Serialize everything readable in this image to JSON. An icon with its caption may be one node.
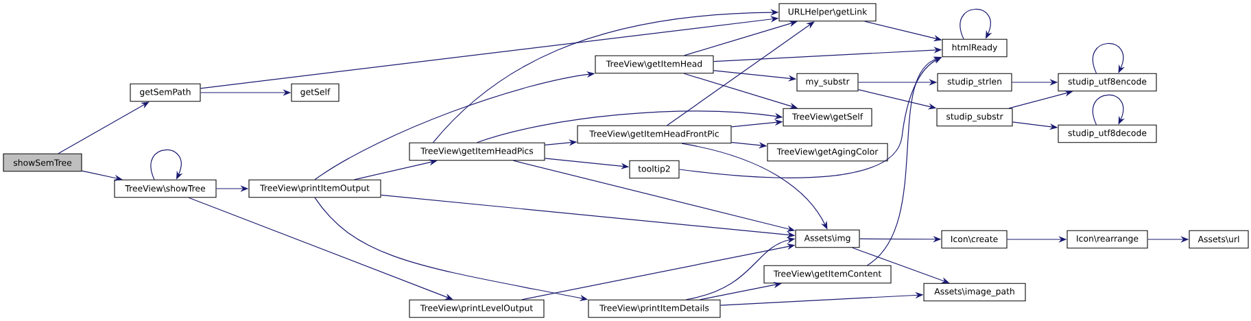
{
  "diagram": {
    "nodes": [
      {
        "text": [
          "showSemTree"
        ]
      },
      {
        "text": [
          "getSemPath"
        ]
      },
      {
        "text": [
          "TreeView\\showTree"
        ]
      },
      {
        "text": [
          "URLHelper\\getLink"
        ]
      },
      {
        "text": [
          "getSelf"
        ]
      },
      {
        "text": [
          "TreeView\\printItemOutput"
        ]
      },
      {
        "text": [
          "TreeView\\printLevelOutput"
        ]
      },
      {
        "text": [
          "TreeView\\getItemHead"
        ]
      },
      {
        "text": [
          "TreeView\\getItemHeadPics"
        ]
      },
      {
        "text": [
          "TreeView\\printItemDetails"
        ]
      },
      {
        "text": [
          "TreeView\\getItemHeadFrontPic"
        ]
      },
      {
        "text": [
          "tooltip2"
        ]
      },
      {
        "text": [
          "Assets\\img"
        ]
      },
      {
        "text": [
          "htmlReady"
        ]
      },
      {
        "text": [
          "my_substr"
        ]
      },
      {
        "text": [
          "TreeView\\getSelf"
        ]
      },
      {
        "text": [
          "TreeView\\getAgingColor"
        ]
      },
      {
        "text": [
          "TreeView\\getItemContent"
        ]
      },
      {
        "text": [
          "studip_strlen"
        ]
      },
      {
        "text": [
          "studip_substr"
        ]
      },
      {
        "text": [
          "Icon\\create"
        ]
      },
      {
        "text": [
          "Assets\\image_path"
        ]
      },
      {
        "text": [
          "studip_utf8encode"
        ]
      },
      {
        "text": [
          "studip_utf8decode"
        ]
      },
      {
        "text": [
          "Icon\\rearrange"
        ]
      },
      {
        "text": [
          "Assets\\url"
        ]
      }
    ],
    "edges": [
      {
        "from": 0,
        "to": 1,
        "arrow": "to"
      },
      {
        "from": 0,
        "to": 2,
        "arrow": "to"
      },
      {
        "from": 1,
        "to": 3,
        "arrow": "to"
      },
      {
        "from": 1,
        "to": 4,
        "arrow": "to"
      },
      {
        "from": 2,
        "to": 2,
        "arrow": "to"
      },
      {
        "from": 2,
        "to": 5,
        "arrow": "to"
      },
      {
        "from": 2,
        "to": 6,
        "arrow": "to"
      },
      {
        "from": 5,
        "to": 7,
        "arrow": "to"
      },
      {
        "from": 5,
        "to": 8,
        "arrow": "to"
      },
      {
        "from": 5,
        "to": 12,
        "arrow": "to"
      },
      {
        "from": 5,
        "to": 9,
        "arrow": "to"
      },
      {
        "from": 6,
        "to": 12,
        "arrow": "to"
      },
      {
        "from": 7,
        "to": 3,
        "arrow": "to"
      },
      {
        "from": 7,
        "to": 13,
        "arrow": "to"
      },
      {
        "from": 7,
        "to": 14,
        "arrow": "to"
      },
      {
        "from": 7,
        "to": 15,
        "arrow": "to"
      },
      {
        "from": 8,
        "to": 3,
        "arrow": "to"
      },
      {
        "from": 8,
        "to": 10,
        "arrow": "to"
      },
      {
        "from": 8,
        "to": 11,
        "arrow": "to"
      },
      {
        "from": 8,
        "to": 12,
        "arrow": "to"
      },
      {
        "from": 8,
        "to": 15,
        "arrow": "to"
      },
      {
        "from": 10,
        "to": 3,
        "arrow": "to"
      },
      {
        "from": 10,
        "to": 15,
        "arrow": "to"
      },
      {
        "from": 10,
        "to": 16,
        "arrow": "to"
      },
      {
        "from": 10,
        "to": 12,
        "arrow": "to"
      },
      {
        "from": 11,
        "to": 13,
        "arrow": "to"
      },
      {
        "from": 9,
        "to": 12,
        "arrow": "to"
      },
      {
        "from": 9,
        "to": 17,
        "arrow": "to"
      },
      {
        "from": 9,
        "to": 21,
        "arrow": "to"
      },
      {
        "from": 12,
        "to": 20,
        "arrow": "to"
      },
      {
        "from": 12,
        "to": 21,
        "arrow": "to"
      },
      {
        "from": 17,
        "to": 13,
        "arrow": "to"
      },
      {
        "from": 3,
        "to": 13,
        "arrow": "to"
      },
      {
        "from": 13,
        "to": 13,
        "arrow": "to"
      },
      {
        "from": 14,
        "to": 18,
        "arrow": "to"
      },
      {
        "from": 14,
        "to": 19,
        "arrow": "to"
      },
      {
        "from": 18,
        "to": 22,
        "arrow": "to"
      },
      {
        "from": 19,
        "to": 22,
        "arrow": "to"
      },
      {
        "from": 19,
        "to": 23,
        "arrow": "to"
      },
      {
        "from": 22,
        "to": 22,
        "arrow": "to"
      },
      {
        "from": 23,
        "to": 23,
        "arrow": "to"
      },
      {
        "from": 20,
        "to": 24,
        "arrow": "to"
      },
      {
        "from": 24,
        "to": 25,
        "arrow": "to"
      }
    ]
  }
}
